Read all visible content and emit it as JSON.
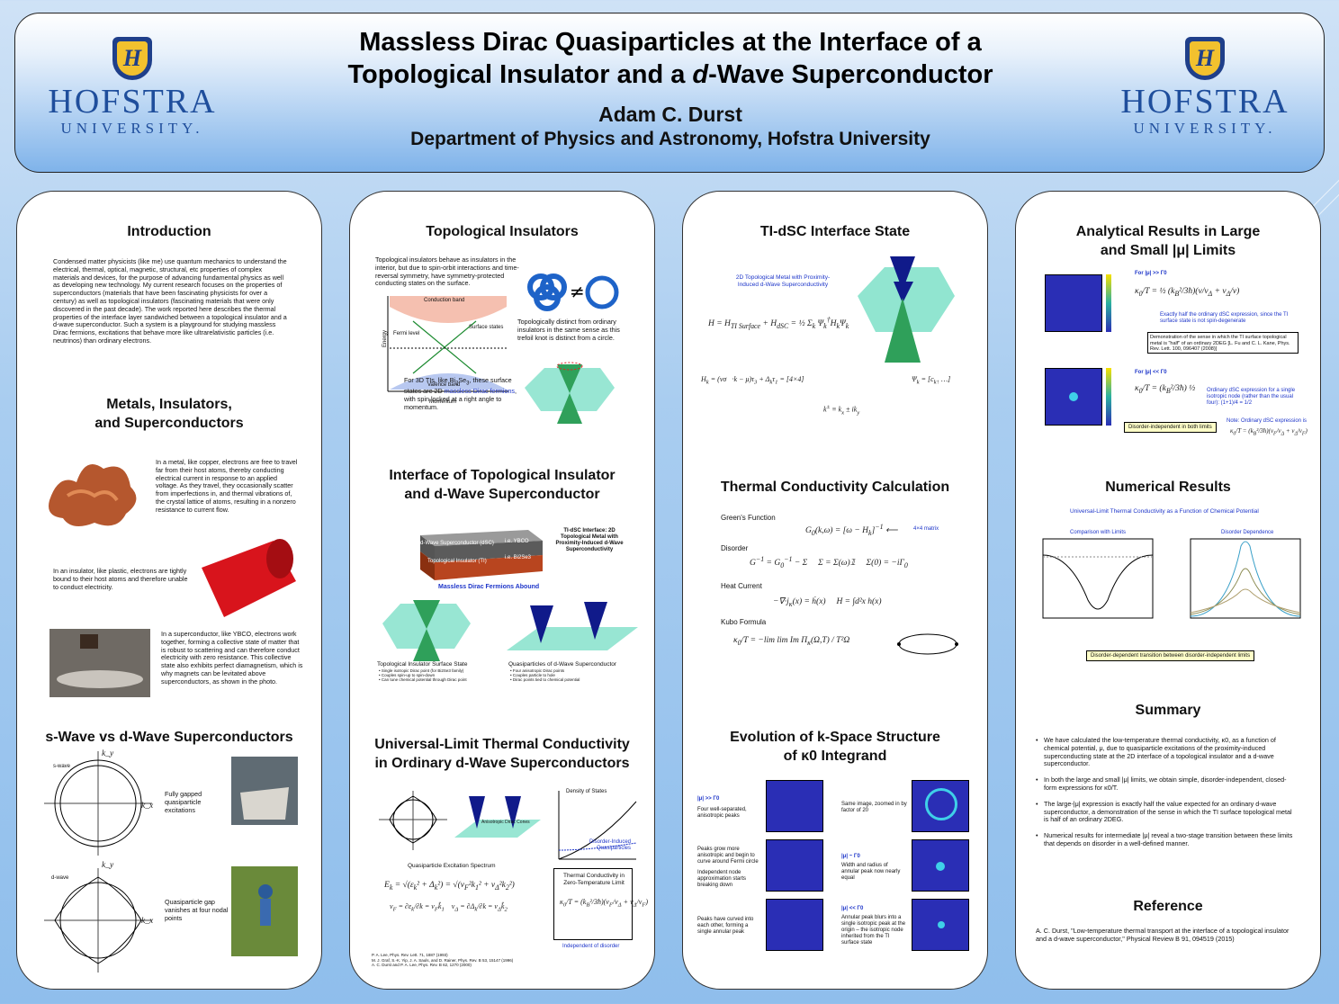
{
  "header": {
    "title_line1": "Massless Dirac Quasiparticles at the Interface of a",
    "title_line2_a": "Topological Insulator and a ",
    "title_line2_d": "d",
    "title_line2_b": "-Wave Superconductor",
    "author": "Adam C. Durst",
    "department": "Department of Physics and Astronomy, Hofstra University",
    "logo_letter": "H",
    "logo_name": "HOFSTRA",
    "logo_uni": "UNIVERSITY."
  },
  "col1": {
    "intro_title": "Introduction",
    "intro_text": "Condensed matter physicists (like me) use quantum mechanics to understand the electrical, thermal, optical, magnetic, structural, etc properties of complex materials and devices, for the purpose of advancing fundamental physics as well as developing new technology.  My current research focuses on the properties of superconductors (materials that have been fascinating physicists for over a century) as well as topological insulators (fascinating materials that were only discovered in the past decade).  The work reported here describes the thermal properties of the interface layer sandwiched between a topological insulator and a d-wave superconductor.  Such a system is a playground for studying massless Dirac fermions, excitations that behave more like ultrarelativistic particles (i.e. neutrinos) than ordinary electrons.",
    "metals_title_1": "Metals, Insulators,",
    "metals_title_2": "and Superconductors",
    "metal_text": "In a metal, like copper, electrons are free to travel far from their host atoms, thereby conducting electrical current in response to an applied voltage.  As they travel, they occasionally scatter from imperfections in, and thermal vibrations of, the crystal lattice of atoms, resulting in a nonzero resistance to current flow.",
    "insulator_text": "In an insulator, like plastic, electrons are tightly bound to their host atoms and therefore unable to conduct electricity.",
    "sc_text": "In a superconductor, like YBCO, electrons work together, forming a collective state of matter that is robust to scattering and can therefore conduct electricity with zero resistance.  This collective state also exhibits perfect diamagnetism, which is why magnets can be levitated above superconductors, as shown in the photo.",
    "sd_title": "s-Wave vs d-Wave Superconductors",
    "swave_label": "s-wave",
    "dwave_label": "d-wave",
    "ky": "k_y",
    "kx": "k_x",
    "swave_text": "Fully gapped quasiparticle excitations",
    "dwave_text": "Quasiparticle gap vanishes at four nodal points"
  },
  "col2": {
    "ti_title": "Topological Insulators",
    "ti_text": "Topological insulators behave as insulators in the interior, but due to spin-orbit interactions and time-reversal symmetry, have symmetry-protected conducting states on the surface.",
    "band_conduction": "Conduction band",
    "band_valence": "Valence band",
    "band_surface": "Surface states",
    "band_fermi": "Fermi level",
    "band_energy": "Energy",
    "band_momentum": "Momentum",
    "knot_text": "Topologically distinct from ordinary insulators in the same sense as this trefoil knot is distinct from a circle.",
    "ti3d_text_a": "For 3D TIs, like Bi",
    "ti3d_text_b": "Se",
    "ti3d_text_c": ", these surface states are 2D ",
    "ti3d_text_blue": "massless Dirac fermions",
    "ti3d_text_d": ", with spin locked at a right angle to momentum.",
    "iface_title_1": "Interface of Topological Insulator",
    "iface_title_2": "and d-Wave Superconductor",
    "layer_dsc": "d-Wave Superconductor (dSC)",
    "layer_ti": "Topological Insulator (TI)",
    "layer_ybco": "i.e. YBCO",
    "layer_bise": "i.e. Bi2Se3",
    "iface_label": "TI-dSC Interface: 2D Topological Metal with Proximity-Induced d-Wave Superconductivity",
    "massless_label": "Massless Dirac Fermions Abound",
    "tiss_title": "Topological Insulator Surface State",
    "tiss_b1": "• Single isotropic Dirac point (for Bi2Se3 family)",
    "tiss_b2": "• Couples spin-up to spin-down",
    "tiss_b3": "• Can tune chemical potential through Dirac point",
    "qp_title": "Quasiparticles of d-Wave Superconductor",
    "qp_b1": "• Four anisotropic Dirac points",
    "qp_b2": "• Couples particle to hole",
    "qp_b3": "• Dirac points tied to chemical potential",
    "ul_title_1": "Universal-Limit Thermal Conductivity",
    "ul_title_2": "in Ordinary d-Wave Superconductors",
    "dos_title": "Density of States",
    "dos_label": "Disorder-Induced Quasiparticles",
    "aniso_label": "Anisotropic Dirac Cones",
    "qes_label": "Quasiparticle Excitation Spectrum",
    "tc_box_title": "Thermal Conductivity in Zero-Temperature Limit",
    "indep_label": "Independent of disorder",
    "ref1": "P. A. Lee, Phys. Rev. Lett. 71, 1887 (1993)",
    "ref2": "M. J. Graf, S.-K. Yip, J. A. Sauls, and D. Rainer, Phys. Rev. B 53, 15147 (1996)",
    "ref3": "A. C. Durst and P. A. Lee, Phys. Rev. B 62, 1270 (2000)"
  },
  "col3": {
    "iface_state_title": "TI-dSC Interface State",
    "metal_label": "2D Topological Metal with Proximity-Induced d-Wave Superconductivity",
    "tc_title": "Thermal Conductivity Calculation",
    "greens": "Green's Function",
    "matrix_label": "4×4 matrix",
    "disorder": "Disorder",
    "heat_current": "Heat Current",
    "kubo": "Kubo Formula",
    "evo_title_1": "Evolution of k-Space Structure",
    "evo_title_2": "of κ0 Integrand",
    "e1": "|μ| >> Γ0",
    "e1_text": "Four well-separated, anisotropic peaks",
    "e2_text": "Peaks grow more anisotropic and begin to curve around Fermi circle",
    "e3_text": "Independent node approximation starts breaking down",
    "e4_text": "Peaks have curved into each other, forming a single annular peak",
    "e5_text": "Same image, zoomed in by factor of 20",
    "e6": "|μ| ~ Γ0",
    "e6_text": "Width and radius of annular peak now nearly equal",
    "e7": "|μ| << Γ0",
    "e7_text": "Annular peak blurs into a single isotropic peak at the origin – the isotropic node inherited from the TI surface state"
  },
  "col4": {
    "ar_title_1": "Analytical Results in Large",
    "ar_title_2": "and Small |μ| Limits",
    "large": "For |μ| >> Γ0",
    "large_note": "Exactly half the ordinary dSC expression, since the TI surface state is not spin-degenerate",
    "large_box": "Demonstration of the sense in which the TI surface topological metal is \"half\" of an ordinary 2DEG [L. Fu and C. L. Kane, Phys. Rev. Lett. 100, 096407 (2008)]",
    "small": "For |μ| << Γ0",
    "small_note": "Ordinary dSC expression for a single isotropic node (rather than the usual four): (1+1)/4 = 1/2",
    "small_box": "Disorder-independent in both limits",
    "note_ord": "Note: Ordinary dSC expression is",
    "num_title": "Numerical Results",
    "num_sub": "Universal-Limit Thermal Conductivity as a Function of Chemical Potential",
    "cmp_title": "Comparison with Limits",
    "dd_title": "Disorder Dependence",
    "num_box": "Disorder-dependent transition between disorder-independent limits",
    "sum_title": "Summary",
    "s1": "We have calculated the low-temperature thermal conductivity, κ0, as a function of chemical potential, μ, due to quasiparticle excitations of the proximity-induced superconducting state at the 2D interface of a topological insulator and a d-wave superconductor.",
    "s2": "In both the large and small |μ| limits, we obtain simple, disorder-independent, closed-form expressions for κ0/T.",
    "s3": "The large-|μ| expression is exactly half the value expected for an ordinary d-wave superconductor, a demonstration of the sense in which the TI surface topological metal is half of an ordinary 2DEG.",
    "s4": "Numerical results for intermediate |μ| reveal a two-stage transition between these limits that depends on disorder in a well-defined manner.",
    "ref_title": "Reference",
    "ref_text": "A. C. Durst, \"Low-temperature thermal transport at the interface of a topological insulator and a d-wave superconductor,\" Physical Review B 91, 094519 (2015)"
  },
  "colors": {
    "accent_blue": "#1d35c9",
    "cone_navy": "#101a8a",
    "cone_green": "#2fa05a",
    "plane_teal": "#7ee0c8"
  }
}
